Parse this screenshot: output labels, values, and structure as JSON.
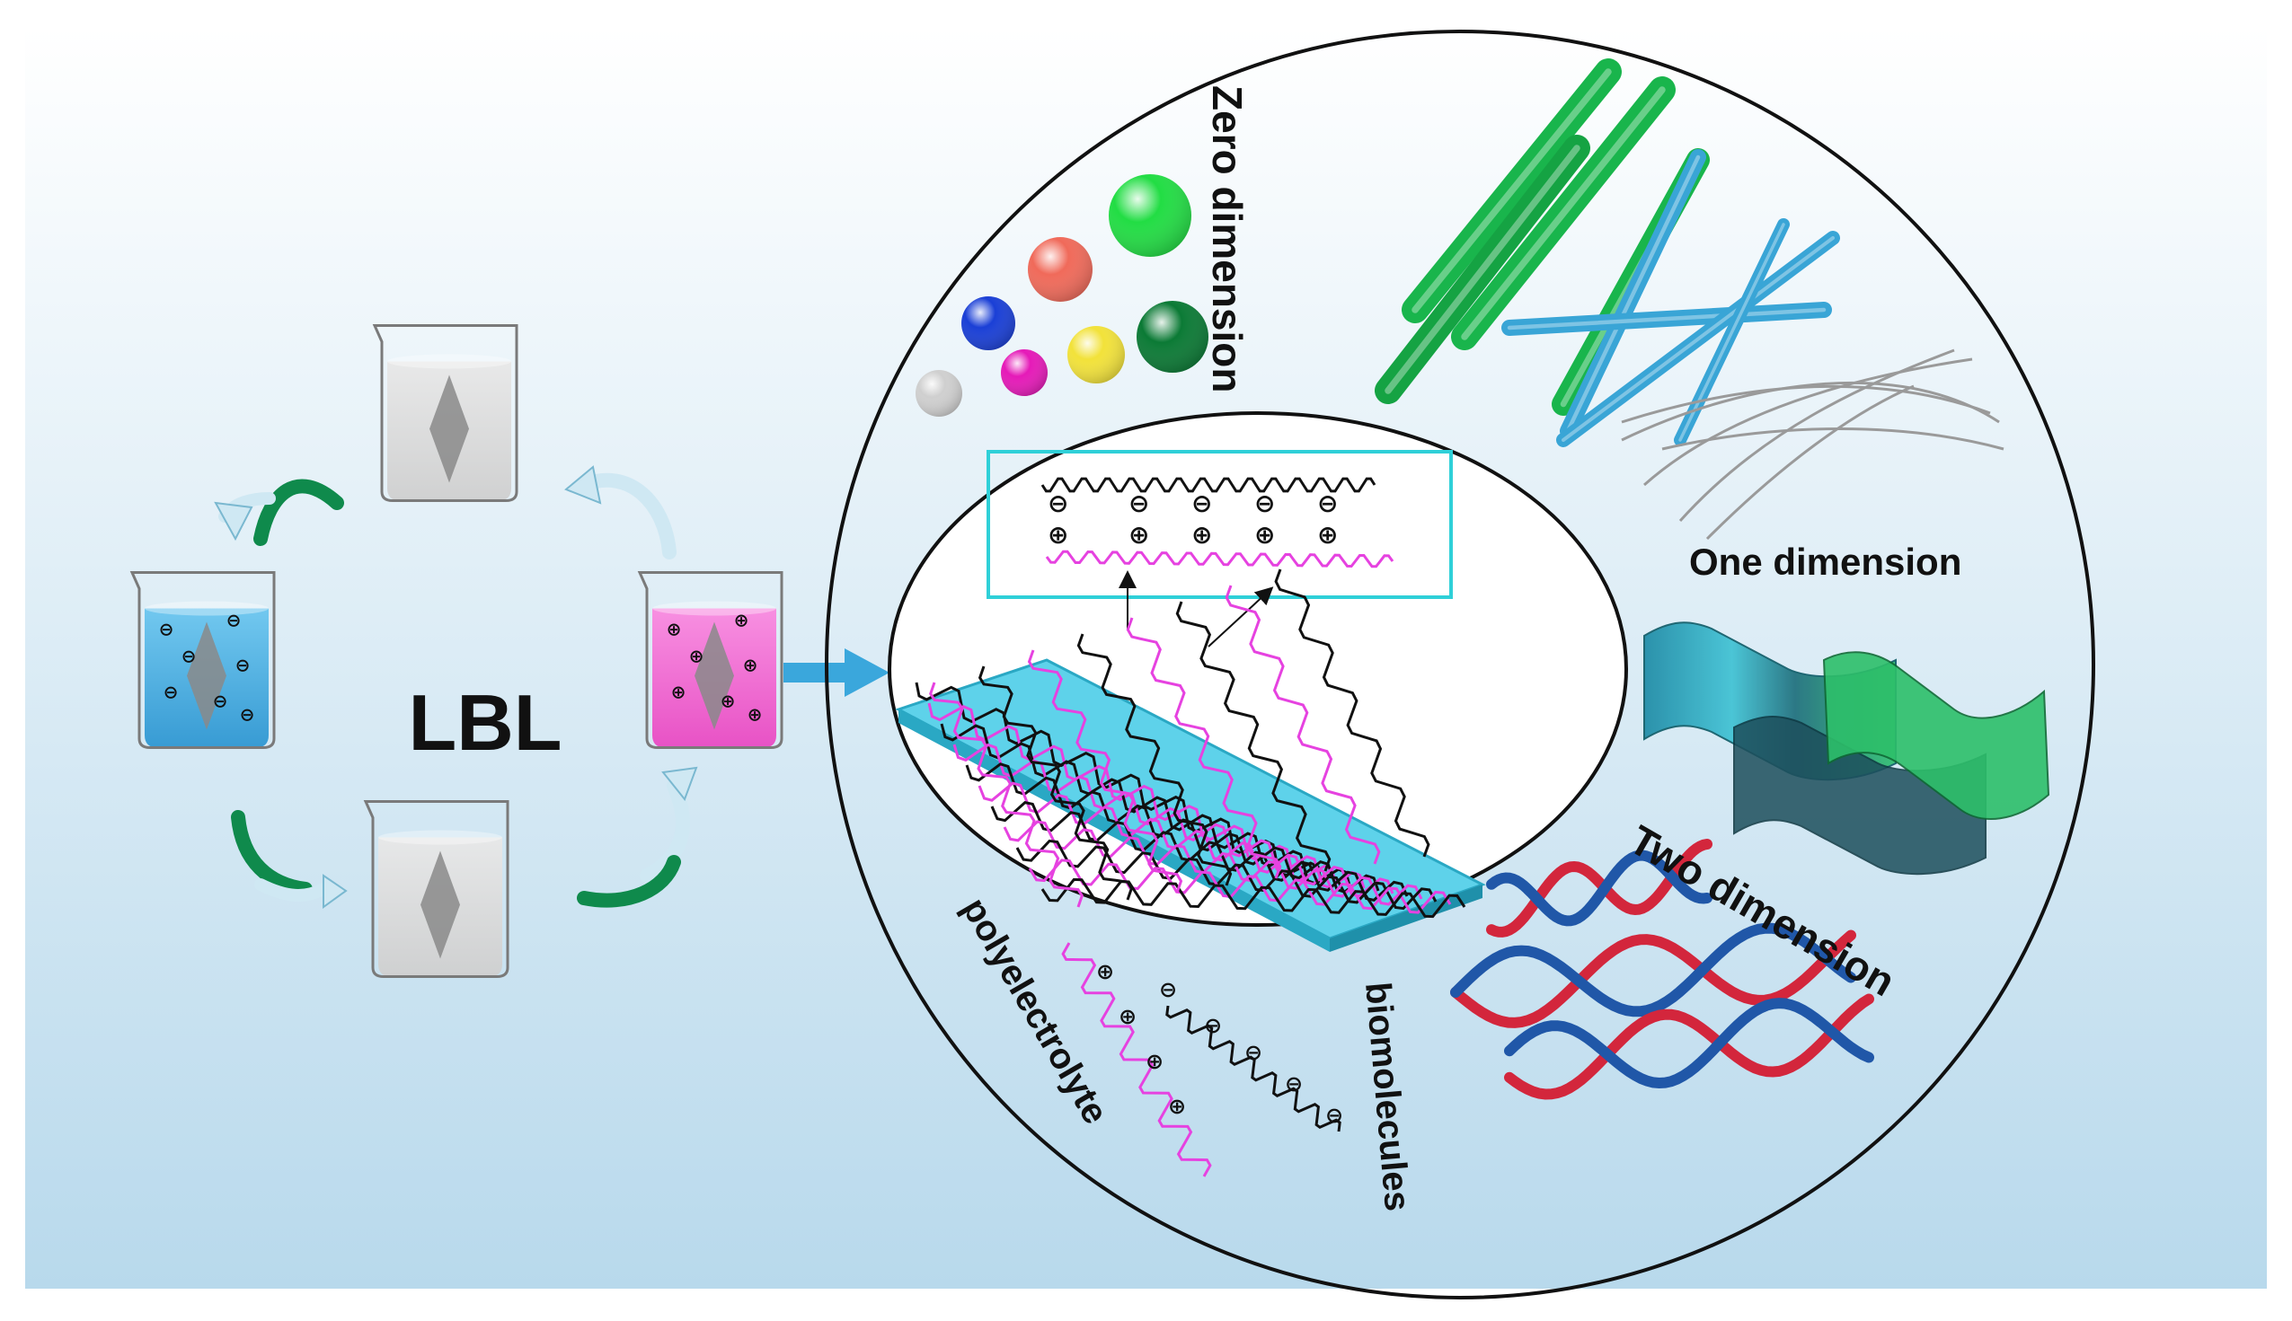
{
  "diagram": {
    "center_label": "LBL",
    "categories": {
      "zero_dimension": "Zero dimension",
      "one_dimension": "One dimension",
      "two_dimension": "Two dimension",
      "polyelectrolyte": "polyelectrolyte",
      "biomolecules": "biomolecules"
    },
    "beakers": [
      {
        "position": "top",
        "solution": "rinse"
      },
      {
        "position": "left",
        "solution": "polyanion",
        "charge": "negative"
      },
      {
        "position": "bottom",
        "solution": "rinse"
      },
      {
        "position": "right",
        "solution": "polycation",
        "charge": "positive"
      }
    ],
    "colors": {
      "background_top": "#ffffff",
      "background_bottom": "#b8d9ec",
      "anion_solution": "#3da9dd",
      "cation_solution": "#f05cc9",
      "rinse_solution": "#d9d9d9",
      "cycle_arrow_dark": "#0f8a4c",
      "cycle_arrow_light": "#cfe8f3",
      "substrate": "#3cc3e0",
      "polyanion_chain": "#111111",
      "polycation_chain": "#e642e0",
      "dna_red": "#d3263c",
      "dna_blue": "#2057a8",
      "rod_green": "#1fbf55",
      "rod_blue": "#39a5d6",
      "frame_box": "#2fd0d8"
    },
    "icons": [
      "beaker-icon",
      "cycle-arrow-icon",
      "nanoparticle-icon",
      "nanorod-icon",
      "nanosheet-icon",
      "dna-helix-icon"
    ]
  }
}
